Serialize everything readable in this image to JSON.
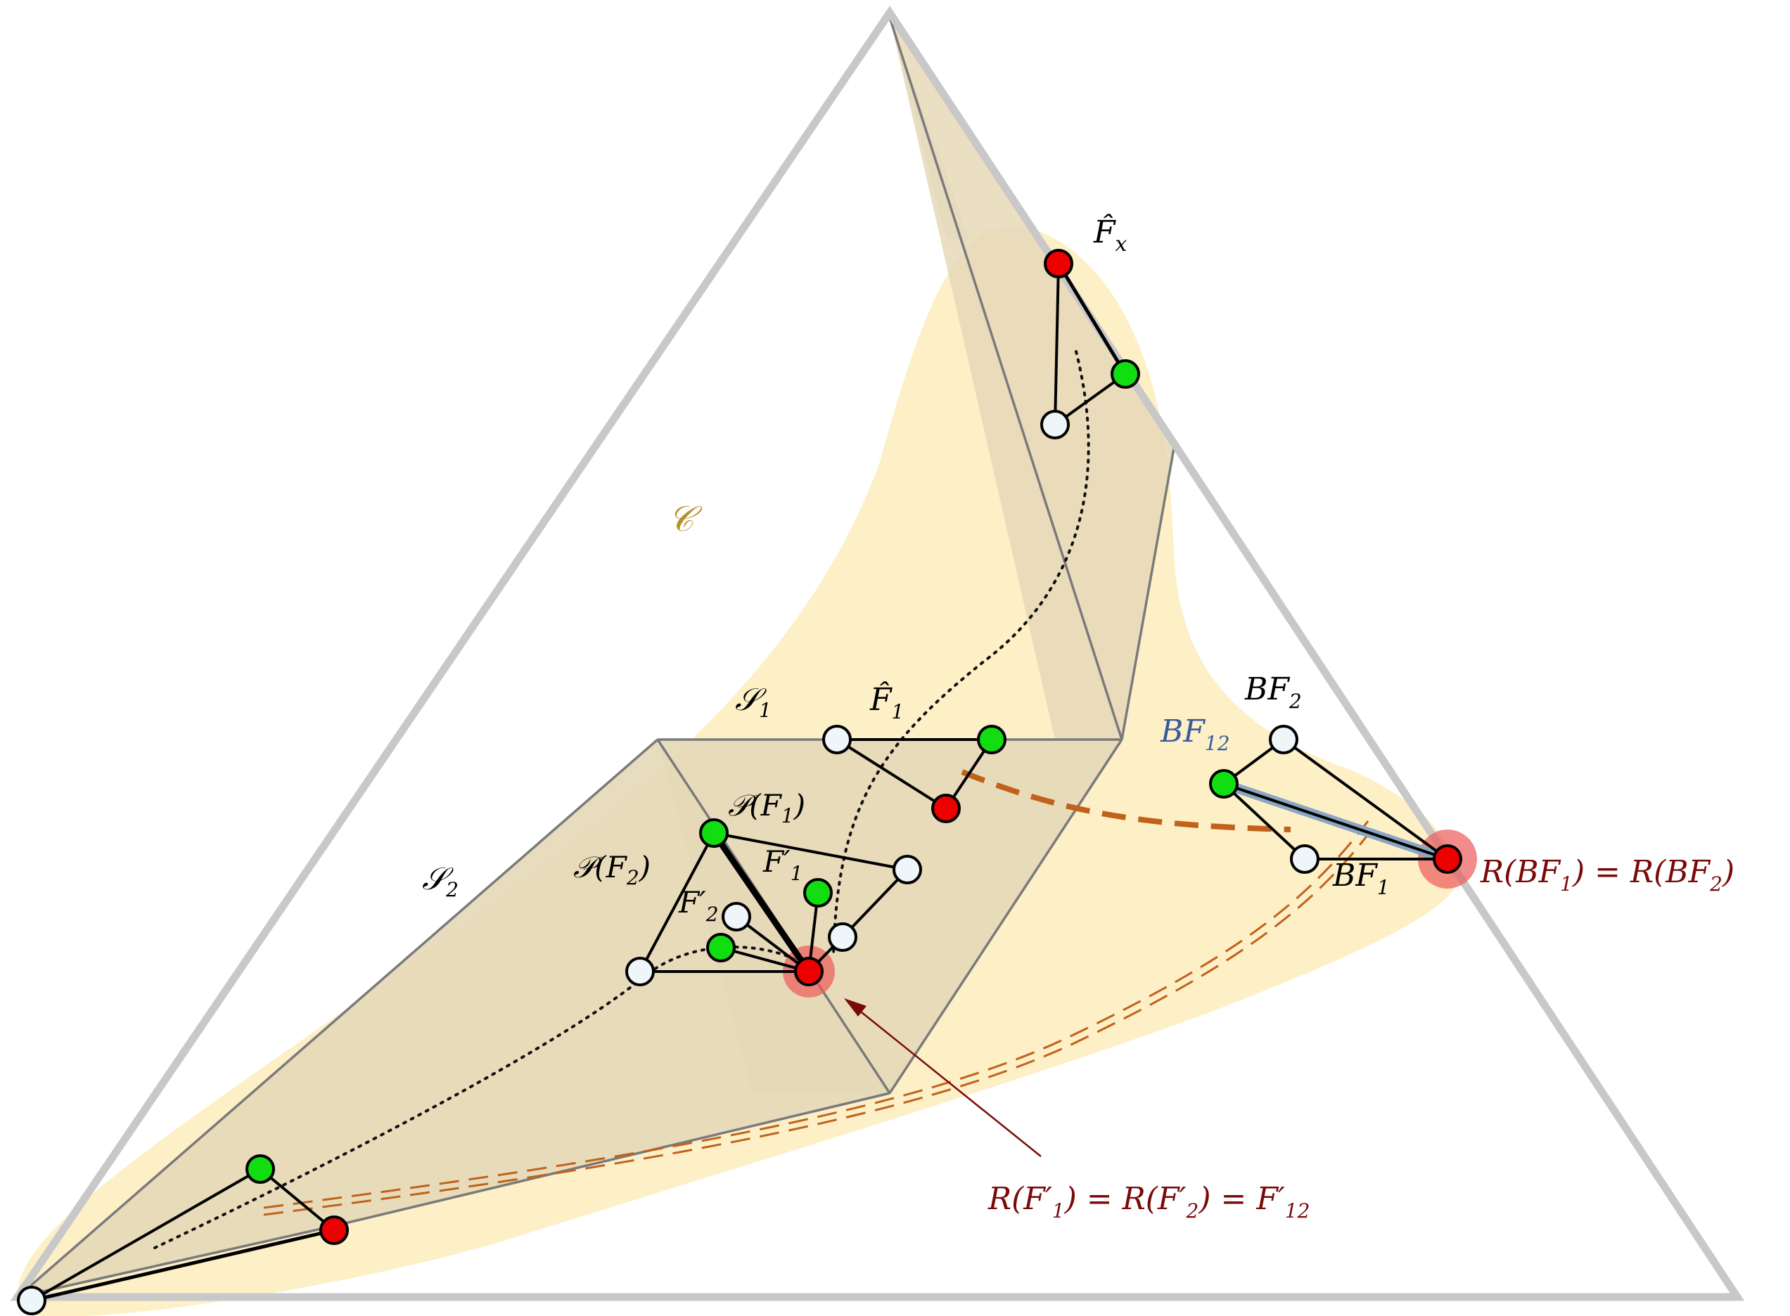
{
  "labels": {
    "c_region": "𝒞",
    "s1": "𝒮",
    "s1_sub": "1",
    "s2": "𝒮",
    "s2_sub": "2",
    "fx_hat": "F̂",
    "fx_sub": "x",
    "f1_hat": "F̂",
    "f1_hat_sub": "1",
    "p_f1": "𝒫(F",
    "p_f1_sub": "1",
    "p_f1_close": ")",
    "p_f2": "𝒫(F",
    "p_f2_sub": "2",
    "p_f2_close": ")",
    "f1_prime": "F′",
    "f1_prime_sub": "1",
    "f2_prime": "F′",
    "f2_prime_sub": "2",
    "bf2": "BF",
    "bf2_sub": "2",
    "bf12": "BF",
    "bf12_sub": "12",
    "bf1": "BF",
    "bf1_sub": "1",
    "r_bf": "R(BF",
    "r_bf_s1": "1",
    "r_bf_mid": ") = R(BF",
    "r_bf_s2": "2",
    "r_bf_end": ")",
    "r_f": "R(F′",
    "r_f_s1": "1",
    "r_f_mid": ") = R(F′",
    "r_f_s2": "2",
    "r_f_mid2": ") = F′",
    "r_f_s3": "12"
  },
  "colors": {
    "red_node": "#ee0000",
    "green_node": "#11dd11",
    "white_node": "#eef6fa",
    "region_fill": "#fdefc6",
    "simplex_fill": "#e6d8b8",
    "triangle_stroke": "#c8c8c8",
    "dashed_orange": "#c0621c",
    "dark_red_text": "#7a0a0a",
    "blue_text": "#3a5a9a",
    "c_label": "#b8902a",
    "highlight_glow": "#ec5a5a"
  }
}
